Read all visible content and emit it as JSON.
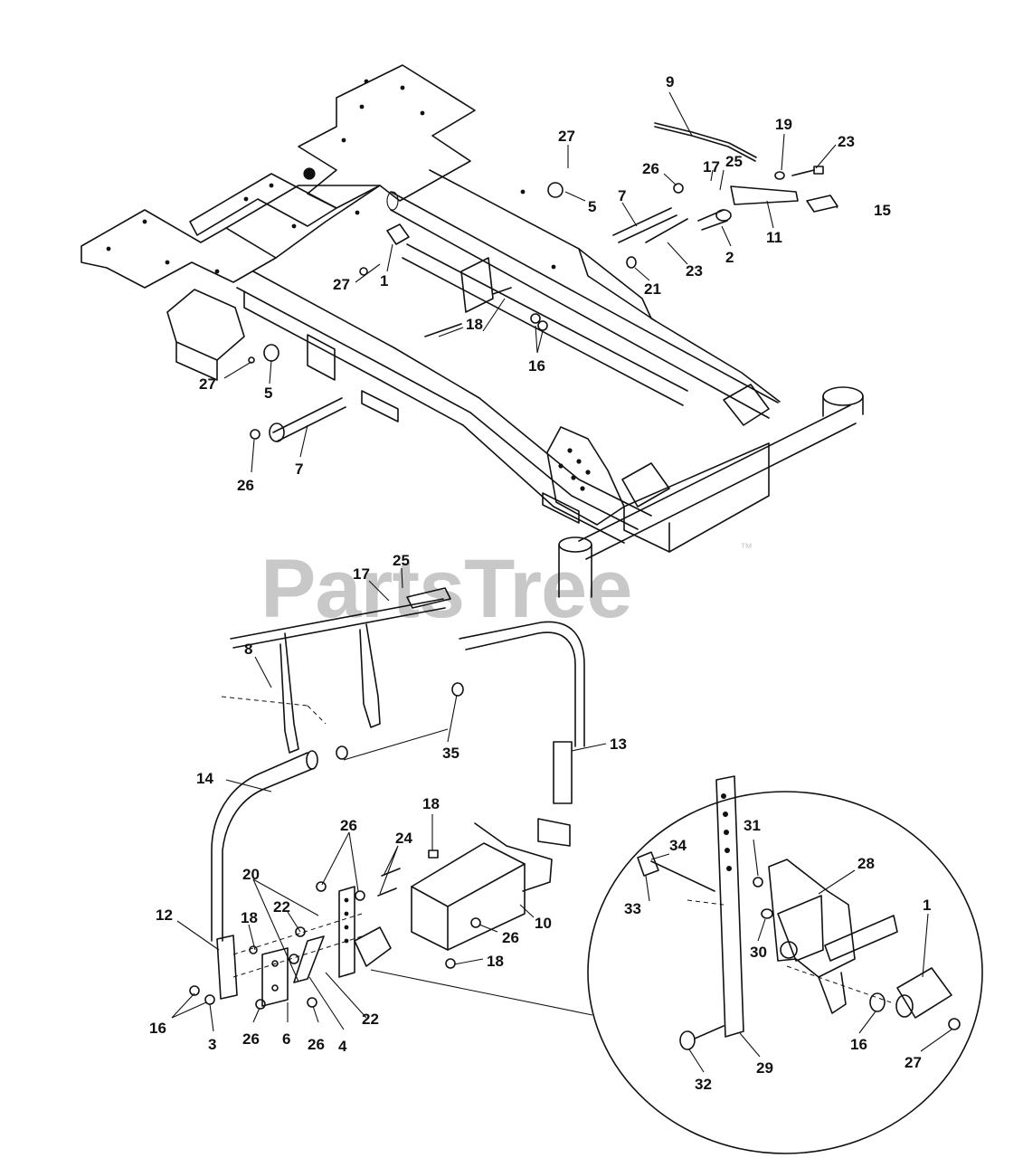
{
  "watermark": {
    "text": "PartsTree",
    "trademark": "™",
    "color": "#c8c8c8"
  },
  "callouts": {
    "c1": "9",
    "c2": "27",
    "c3": "19",
    "c4": "23",
    "c5": "26",
    "c6": "17",
    "c7": "25",
    "c8": "5",
    "c9": "7",
    "c10": "15",
    "c11": "11",
    "c12": "2",
    "c13": "23",
    "c14": "21",
    "c15": "27",
    "c16": "1",
    "c17": "18",
    "c18": "16",
    "c19": "27",
    "c20": "5",
    "c21": "7",
    "c22": "26",
    "c23": "17",
    "c24": "25",
    "c25": "8",
    "c26": "35",
    "c27": "13",
    "c28": "14",
    "c29": "18",
    "c30": "26",
    "c31": "24",
    "c32": "20",
    "c33": "12",
    "c34": "18",
    "c35": "22",
    "c36": "10",
    "c37": "26",
    "c38": "18",
    "c39": "22",
    "c40": "16",
    "c41": "3",
    "c42": "26",
    "c43": "6",
    "c44": "26",
    "c45": "4",
    "c46": "34",
    "c47": "33",
    "c48": "31",
    "c49": "28",
    "c50": "1",
    "c51": "30",
    "c52": "16",
    "c53": "27",
    "c54": "32",
    "c55": "29"
  }
}
